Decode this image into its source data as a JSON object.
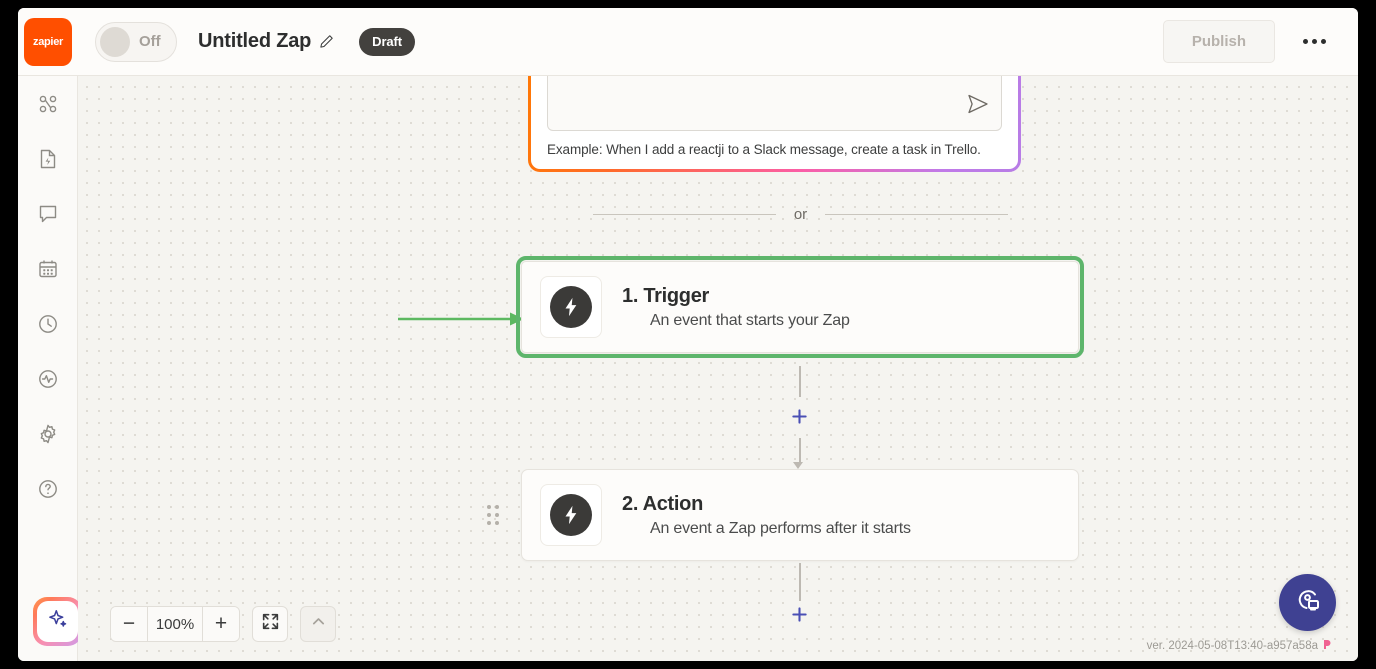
{
  "header": {
    "logo_text": "zapier",
    "logo_color": "#ff4f00",
    "toggle_state_label": "Off",
    "zap_title": "Untitled Zap",
    "edit_icon": "pencil-icon",
    "status_badge": "Draft",
    "publish_label": "Publish",
    "more_icon": "ellipsis-icon"
  },
  "sidebar": {
    "items": [
      {
        "icon": "zaps-nodes-icon",
        "name": "zaps"
      },
      {
        "icon": "file-bolt-icon",
        "name": "drafts"
      },
      {
        "icon": "chat-bubble-icon",
        "name": "chatbots"
      },
      {
        "icon": "calendar-icon",
        "name": "schedule"
      },
      {
        "icon": "clock-icon",
        "name": "history"
      },
      {
        "icon": "activity-monitor-icon",
        "name": "monitoring"
      },
      {
        "icon": "gear-icon",
        "name": "settings"
      },
      {
        "icon": "question-circle-icon",
        "name": "help"
      }
    ],
    "ai_button_icon": "sparkle-icon"
  },
  "canvas": {
    "ai_prompt": {
      "send_icon": "send-paper-plane-icon",
      "example_text": "Example: When I add a reactji to a Slack message, create a task in Trello.",
      "gradient_start": "#ff7a00",
      "gradient_end": "#b77ce6"
    },
    "divider_label": "or",
    "steps": [
      {
        "title": "1. Trigger",
        "subtitle": "An event that starts your Zap",
        "icon": "bolt-icon",
        "selected": true,
        "highlight_color": "#5db56b"
      },
      {
        "title": "2. Action",
        "subtitle": "An event a Zap performs after it starts",
        "icon": "bolt-icon",
        "selected": false,
        "drag_handle_icon": "drag-dots-icon"
      }
    ],
    "add_step_icon": "plus-icon",
    "add_step_color": "#4a4fb5",
    "annotation": {
      "type": "arrow",
      "color": "#5cb860",
      "points_to": "1. Trigger"
    }
  },
  "zoom_controls": {
    "zoom_out_label": "−",
    "zoom_level": "100%",
    "zoom_in_label": "+",
    "fit_icon": "fit-to-screen-icon",
    "collapse_icon": "chevron-up-icon"
  },
  "footer": {
    "version_text": "ver. 2024-05-08T13:40-a957a58a",
    "version_badge_icon": "pink-marker-icon",
    "support_icon": "support-chat-icon",
    "support_color": "#3f4192"
  }
}
